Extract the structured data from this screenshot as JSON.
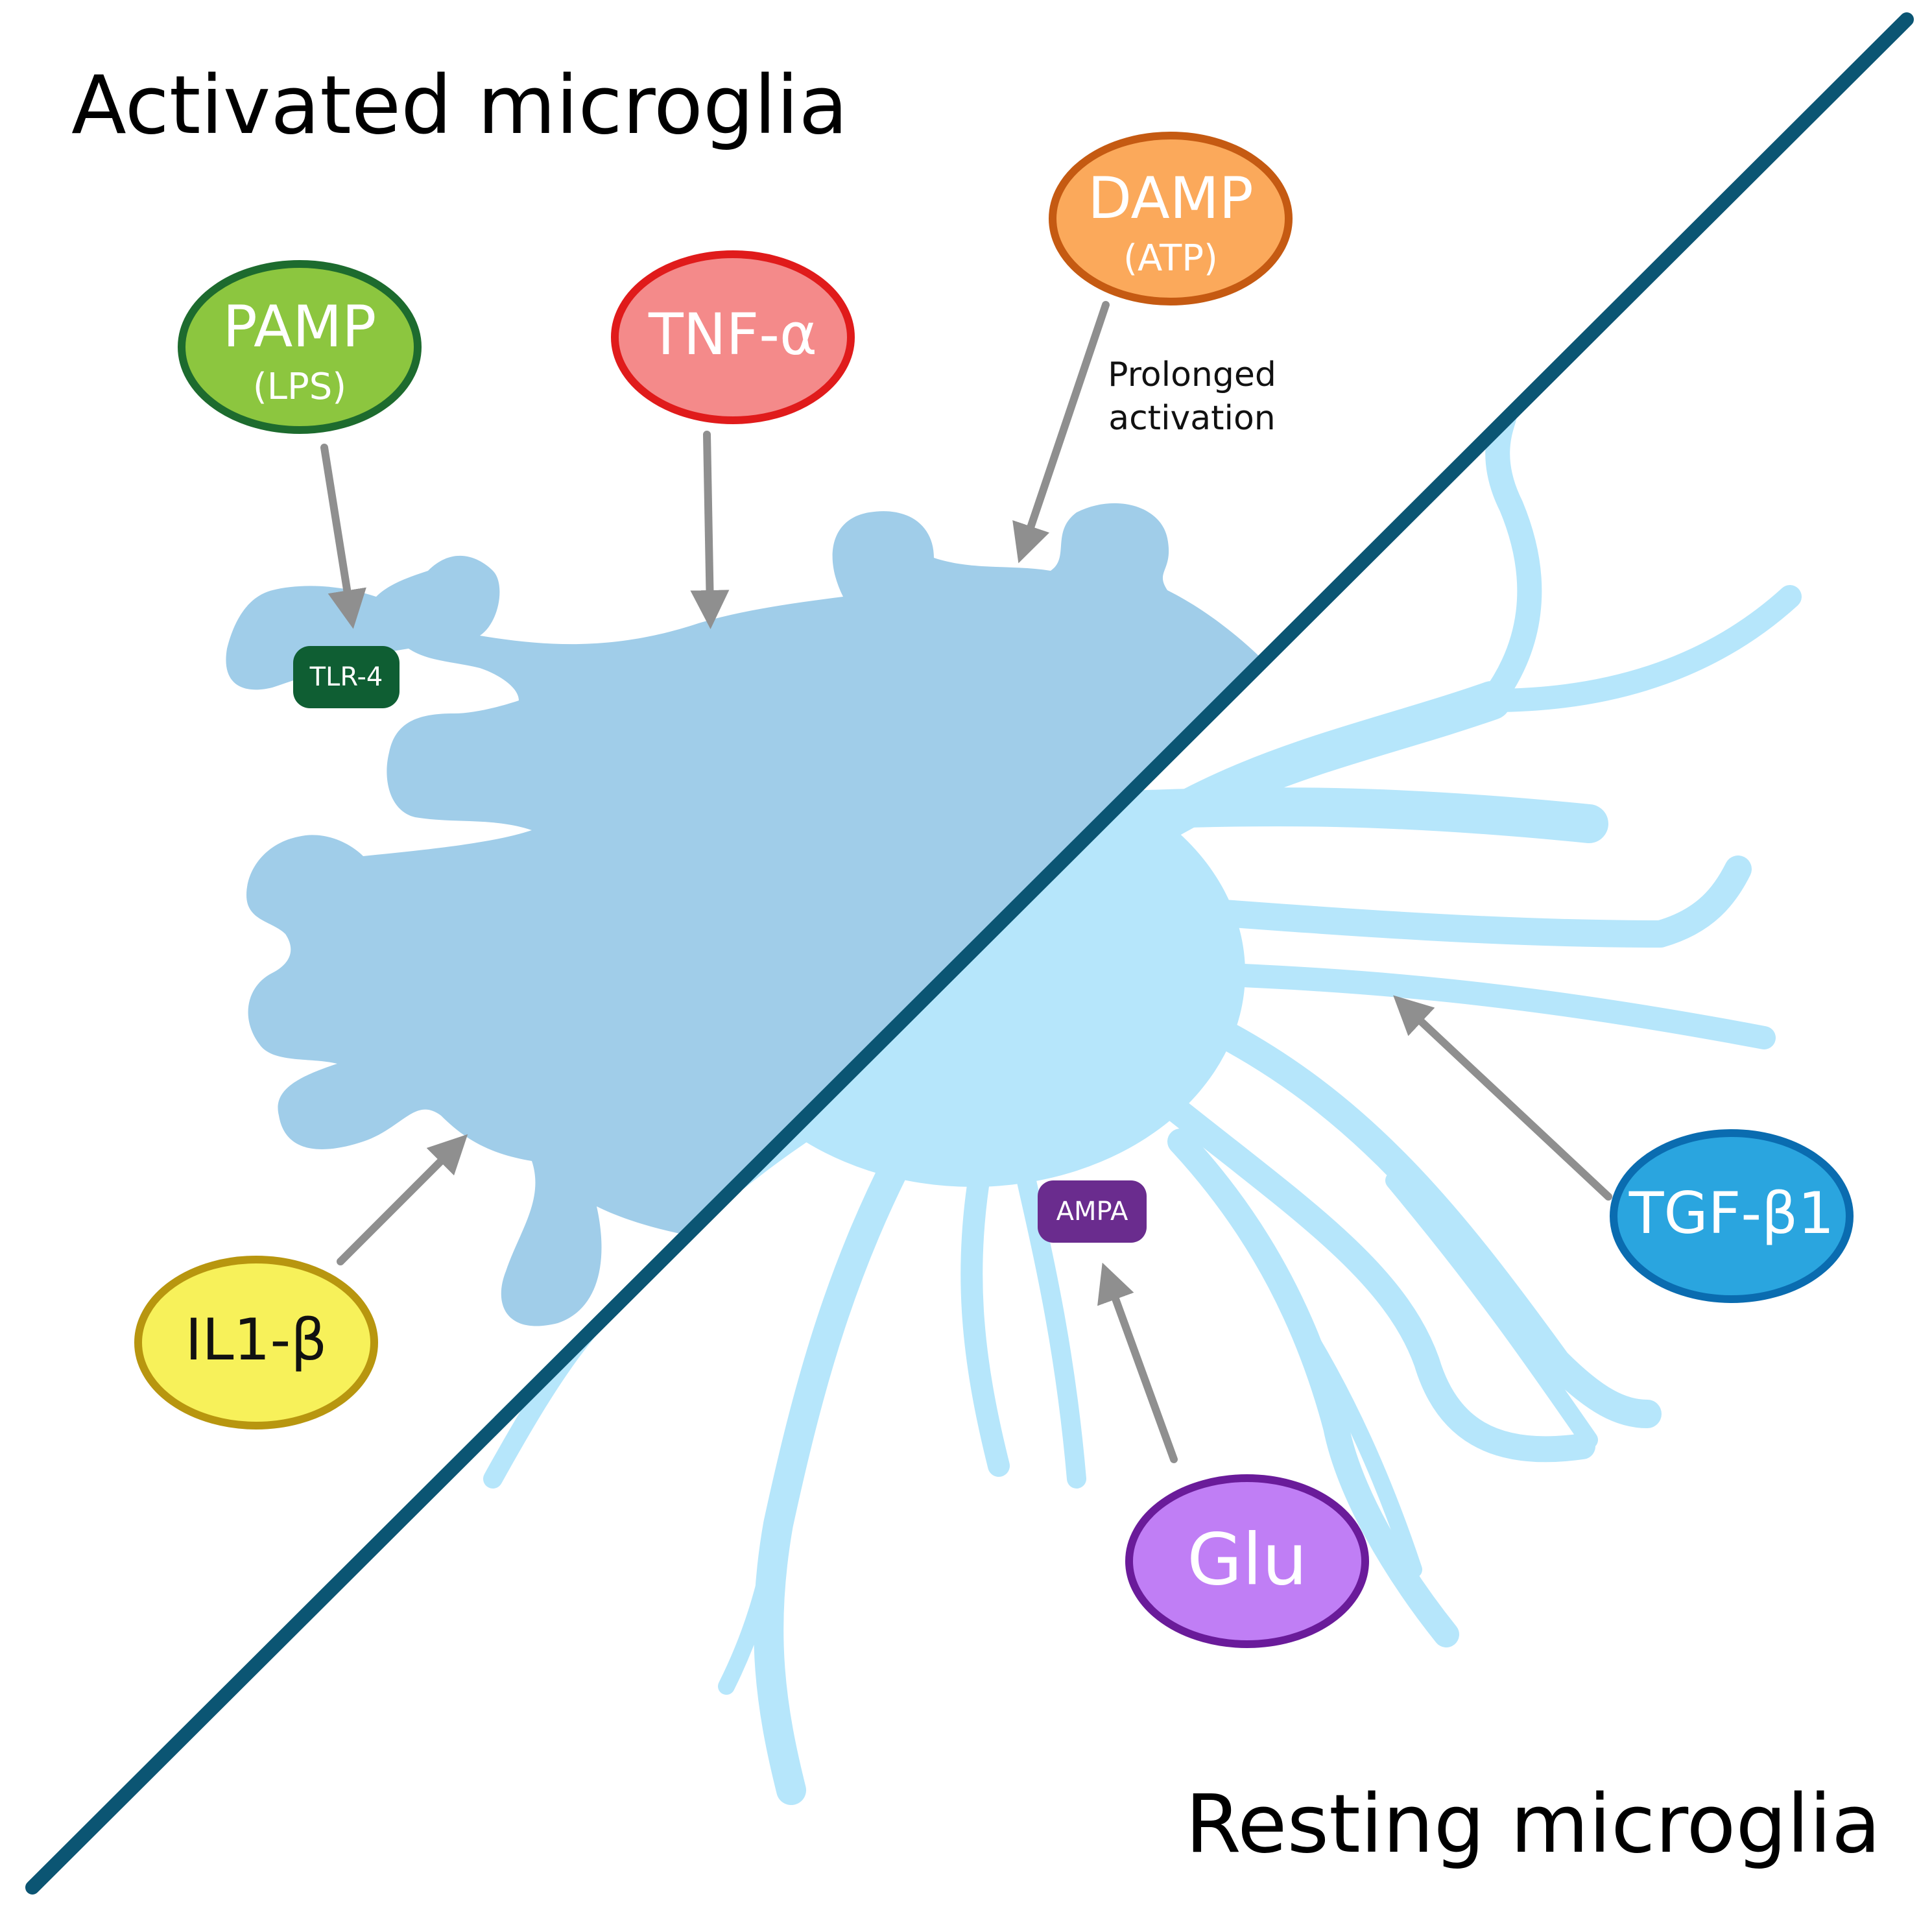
{
  "headings": {
    "activated": "Activated microglia",
    "resting": "Resting microglia"
  },
  "signals": {
    "pamp": {
      "label": "PAMP",
      "sub": "(LPS)"
    },
    "tnf": {
      "label": "TNF-α"
    },
    "damp": {
      "label": "DAMP",
      "sub": "(ATP)"
    },
    "il1b": {
      "label": "IL1-β"
    },
    "tgfb1": {
      "label": "TGF-β1"
    },
    "glu": {
      "label": "Glu"
    }
  },
  "receptors": {
    "tlr4": "TLR-4",
    "ampa": "AMPA"
  },
  "annotation": {
    "line1": "Prolonged",
    "line2": "activation"
  },
  "colors": {
    "divider": "#0b5573",
    "activated_cell": "#a0cde9",
    "resting_cell": "#b6e6fb",
    "arrow": "#8f8f8f",
    "pamp_fill": "#8cc63f",
    "pamp_stroke": "#1d6b2e",
    "tnf_fill": "#f48a8a",
    "tnf_stroke": "#e01b1b",
    "damp_fill": "#fba95b",
    "damp_stroke": "#c55a12",
    "il1b_fill": "#f7f15a",
    "il1b_stroke": "#b8960f",
    "tgfb1_fill": "#2aa5df",
    "tgfb1_stroke": "#0a6cb0",
    "glu_fill": "#c07ef5",
    "glu_stroke": "#6a1b9a",
    "tlr4_fill": "#0f5e33",
    "ampa_fill": "#6a2c8e"
  }
}
